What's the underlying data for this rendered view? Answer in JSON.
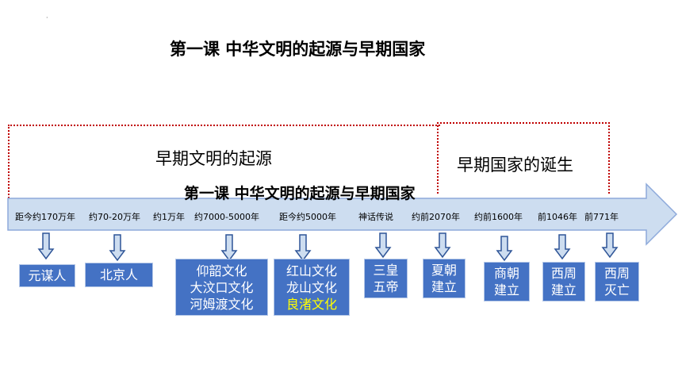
{
  "page": {
    "title": "第一课  中华文明的起源与早期国家",
    "overlay_title": "第一课  中华文明的起源与早期国家",
    "dot": "·"
  },
  "sections": {
    "left": "早期文明的起源",
    "right": "早期国家的诞生"
  },
  "eras": [
    "距今约170万年",
    "约70-20万年",
    "约1万年",
    "约7000-5000年",
    "距今约5000年",
    "神话传说",
    "约前2070年",
    "约前1600年",
    "前1046年",
    "前771年"
  ],
  "boxes": [
    {
      "lines": [
        "元谋人"
      ]
    },
    {
      "lines": [
        "北京人"
      ]
    },
    {
      "lines": [
        "仰韶文化",
        "大汶口文化",
        "河姆渡文化"
      ]
    },
    {
      "lines": [
        "红山文化",
        "龙山文化",
        "良渚文化"
      ],
      "highlight_index": 2
    },
    {
      "lines": [
        "三皇",
        "五帝"
      ]
    },
    {
      "lines": [
        "夏朝",
        "建立"
      ]
    },
    {
      "lines": [
        "商朝",
        "建立"
      ]
    },
    {
      "lines": [
        "西周",
        "建立"
      ]
    },
    {
      "lines": [
        "西周",
        "灭亡"
      ]
    }
  ],
  "colors": {
    "arrow_fill": "#cdddf0",
    "arrow_stroke": "#8eaadb",
    "box_fill": "#4472c4",
    "border_dotted": "#c00000",
    "highlight": "#ffff00"
  }
}
